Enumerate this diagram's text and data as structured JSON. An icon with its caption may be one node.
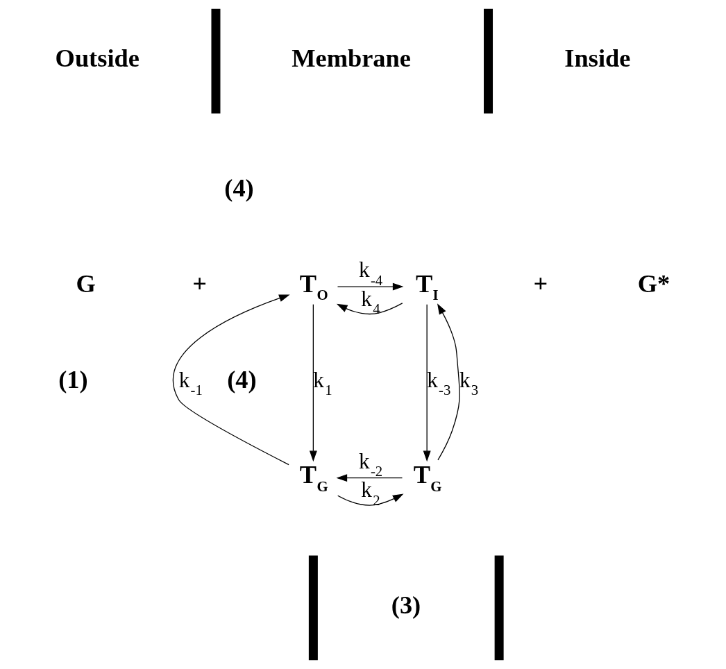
{
  "diagram": {
    "nodes": [
      {
        "text": [
          "T$_{O}$"
        ]
      },
      {
        "text": [
          "T$_{I}$"
        ]
      },
      {
        "text": [
          "T$_{G}$"
        ]
      },
      {
        "text": [
          "T$_{G}$"
        ]
      }
    ],
    "edges": [
      {
        "from": 1,
        "to": 0,
        "arrow": "to",
        "label": "k$_{4}$"
      },
      {
        "from": 0,
        "to": 1,
        "arrow": "to",
        "label": "k$_{-4}$"
      },
      {
        "from": 0,
        "to": 2,
        "arrow": "to",
        "label": "k$_{1}$"
      },
      {
        "from": 2,
        "to": 0,
        "arrow": "to",
        "label": "k$_{-1}$"
      },
      {
        "from": 1,
        "to": 3,
        "arrow": "to",
        "label": "k$_{-3}$"
      },
      {
        "from": 3,
        "to": 1,
        "arrow": "to",
        "label": "k$_{3}$"
      },
      {
        "from": 3,
        "to": 2,
        "arrow": "to",
        "label": "k$_{-2}$"
      },
      {
        "from": 2,
        "to": 3,
        "arrow": "to",
        "label": "k$_{2}$"
      }
    ],
    "labels": [
      "Outside",
      "Membrane",
      "Inside",
      "(4)",
      "G",
      "+",
      "+",
      "G*",
      "(1)",
      "(4)",
      "(3)"
    ]
  }
}
